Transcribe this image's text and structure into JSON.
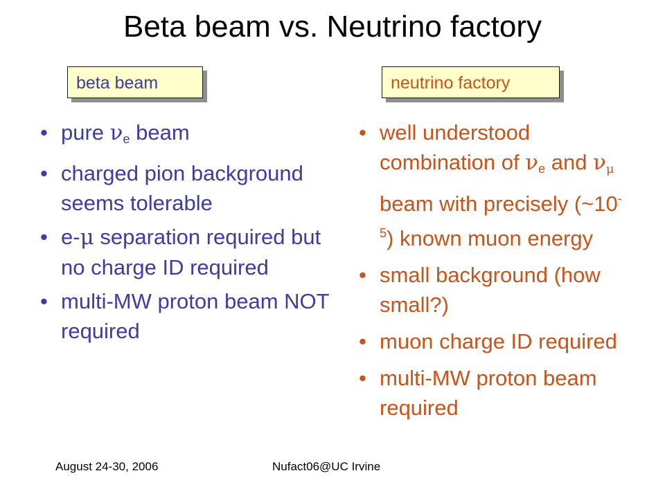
{
  "slide": {
    "title": "Beta beam vs.  Neutrino factory",
    "left_label": "beta beam",
    "right_label": "neutrino factory",
    "left_items": {
      "i1": {
        "a": "pure ",
        "nu": "ν",
        "sub": "e",
        "b": " beam"
      },
      "i2": "charged pion background seems tolerable",
      "i3": {
        "a": "e-",
        "mu": "μ",
        "b": " separation required but no charge ID required"
      },
      "i4": "multi-MW proton beam NOT required"
    },
    "right_items": {
      "i1": {
        "a": "well understood combination of ",
        "nu1": "ν",
        "sub1": "e",
        "b": " and ",
        "nu2": "ν",
        "mu_sub": "μ",
        "c": " beam with precisely (~10",
        "sup": "-5",
        "d": ") known muon energy"
      },
      "i2": "small background (how small?)",
      "i3": "muon charge ID required",
      "i4": "multi-MW proton beam required"
    }
  },
  "footer": {
    "date": "August 24-30, 2006",
    "conference": "Nufact06@UC Irvine"
  },
  "colors": {
    "left_text": "#3c3ca2",
    "right_text": "#c8541a",
    "label_fill": "#ffffcc"
  }
}
